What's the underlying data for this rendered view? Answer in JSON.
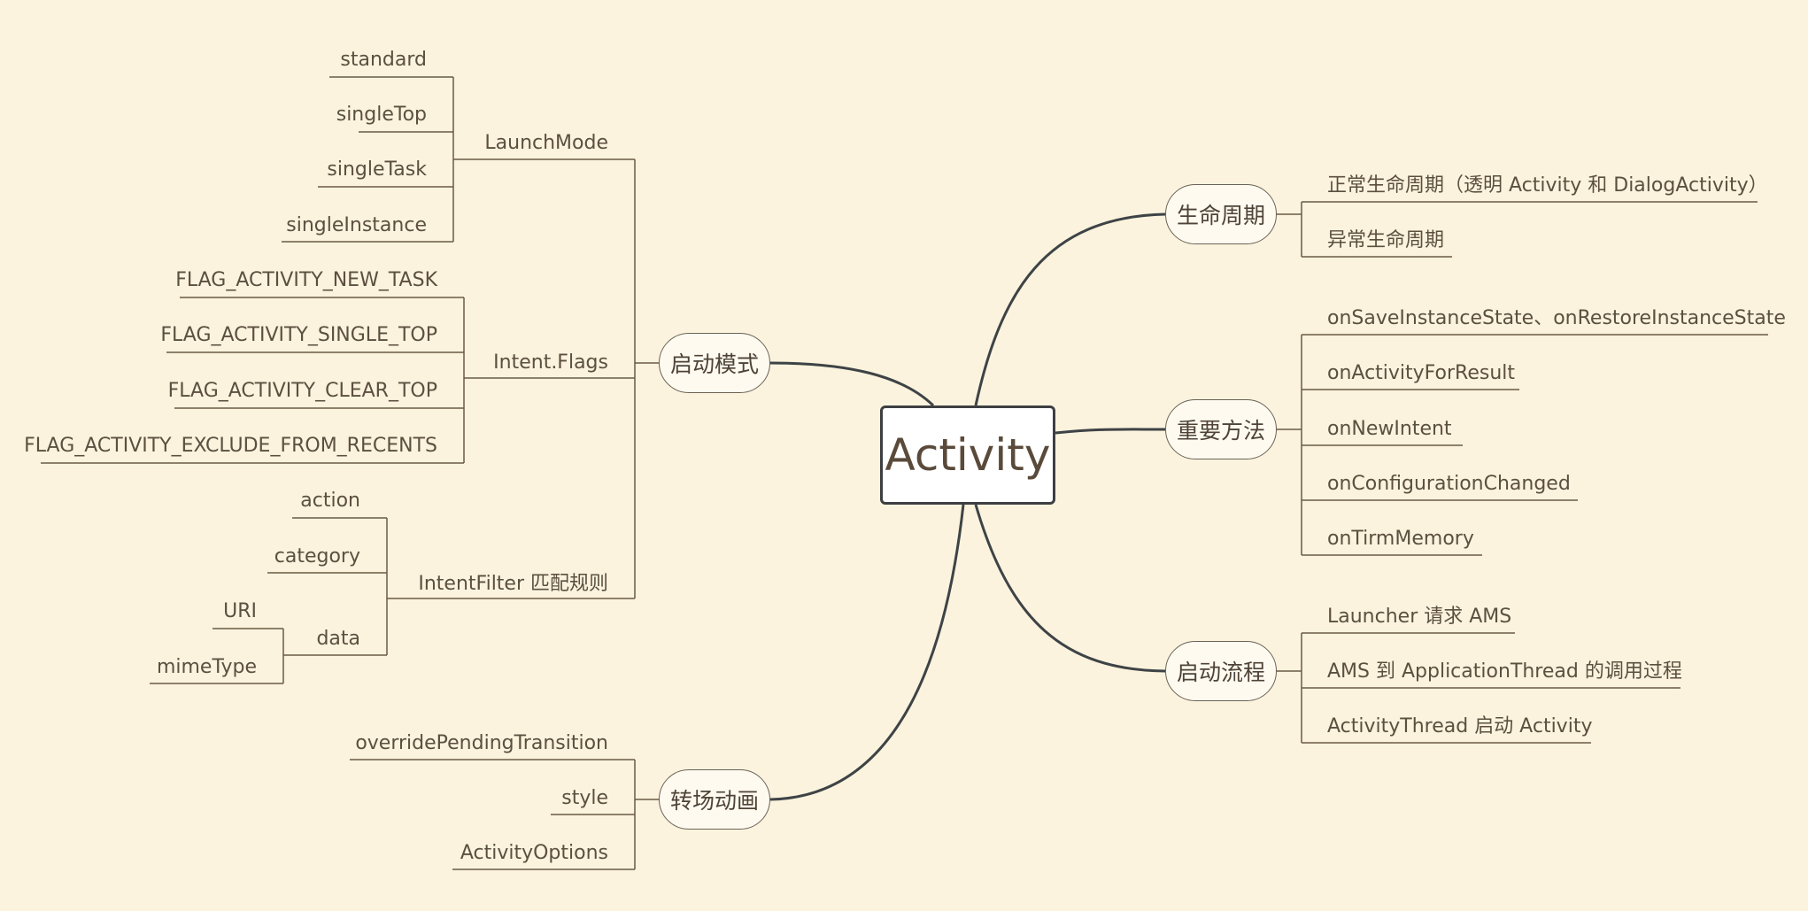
{
  "diagram": {
    "root": "Activity",
    "topics": {
      "launch_mode": {
        "label": "启动模式",
        "launchmode": {
          "label": "LaunchMode",
          "items": [
            "standard",
            "singleTop",
            "singleTask",
            "singleInstance"
          ]
        },
        "intent_flags": {
          "label": "Intent.Flags",
          "items": [
            "FLAG_ACTIVITY_NEW_TASK",
            "FLAG_ACTIVITY_SINGLE_TOP",
            "FLAG_ACTIVITY_CLEAR_TOP",
            "FLAG_ACTIVITY_EXCLUDE_FROM_RECENTS"
          ]
        },
        "intent_filter": {
          "label": "IntentFilter 匹配规则",
          "items": [
            "action",
            "category"
          ],
          "data": {
            "label": "data",
            "items": [
              "URI",
              "mimeType"
            ]
          }
        }
      },
      "transition": {
        "label": "转场动画",
        "items": [
          "overridePendingTransition",
          "style",
          "ActivityOptions"
        ]
      },
      "lifecycle": {
        "label": "生命周期",
        "items": [
          "正常生命周期（透明 Activity 和 DialogActivity）",
          "异常生命周期"
        ]
      },
      "methods": {
        "label": "重要方法",
        "items": [
          "onSaveInstanceState、onRestoreInstanceState",
          "onActivityForResult",
          "onNewIntent",
          "onConfigurationChanged",
          "onTirmMemory"
        ]
      },
      "startup": {
        "label": "启动流程",
        "items": [
          "Launcher 请求 AMS",
          "AMS 到 ApplicationThread 的调用过程",
          "ActivityThread 启动 Activity"
        ]
      }
    }
  }
}
